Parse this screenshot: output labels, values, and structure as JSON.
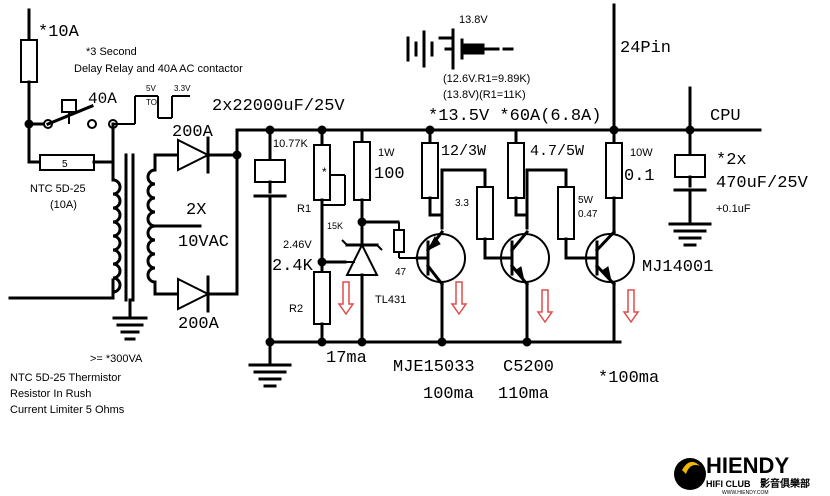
{
  "labels": {
    "fuse": "*10A",
    "relay_note_1": "*3 Second",
    "relay_note_2": "Delay Relay  and 40A AC contactor",
    "relay_rating": "40A",
    "relay_5v": "5V",
    "relay_to": "TO",
    "relay_3v3": "3.3V",
    "ntc_value": "5",
    "ntc_name": "NTC 5D-25",
    "ntc_current": "(10A)",
    "transformer_rating": ">= *300VA",
    "ntc_note_1": "NTC 5D-25 Thermistor",
    "ntc_note_2": "Resistor In Rush",
    "ntc_note_3": "Current Limiter 5 Ohms",
    "diode_top": "200A",
    "diode_bottom": "200A",
    "secondary_2x": "2X",
    "secondary_vac": "10VAC",
    "bulk_cap": "2x22000uF/25V",
    "r_top": "10.77K",
    "r1": "R1",
    "r1_pot": "15K",
    "v_ref": "2.46V",
    "r2_value": "2.4K",
    "r2": "R2",
    "r_1w_rating": "1W",
    "r_1w_value": "100",
    "r_47": "47",
    "tl431": "TL431",
    "i_17ma": "17ma",
    "battery_v": "13.8V",
    "battery_note_1": "(12.6V.R1=9.89K)",
    "battery_note_2": "(13.8V)(R1=11K)",
    "output_spec": "*13.5V *60A(6.8A)",
    "r_12": "12/3W",
    "r_3_3": "3.3",
    "r_4_7": "4.7/5W",
    "r_5w": "5W",
    "r_0_47": "0.47",
    "r_10w": "10W",
    "r_0_1": "0.1",
    "q1": "MJE15033",
    "q1_current": "100ma",
    "q2": "C5200",
    "q2_current": "110ma",
    "q3": "MJ14001",
    "q3_current": "*100ma",
    "pin_24": "24Pin",
    "cpu": "CPU",
    "cap_out_1": "*2x",
    "cap_out_2": "470uF/25V",
    "cap_out_3": "+0.1uF",
    "logo_brand": "HIENDY",
    "logo_sub": "HIFI CLUB",
    "logo_url": "WWW.HIENDY.COM",
    "logo_cn": "影音俱樂部"
  },
  "colors": {
    "line": "#000000",
    "current_arrow": "#e24b4b",
    "logo_gold": "#f2b705"
  }
}
